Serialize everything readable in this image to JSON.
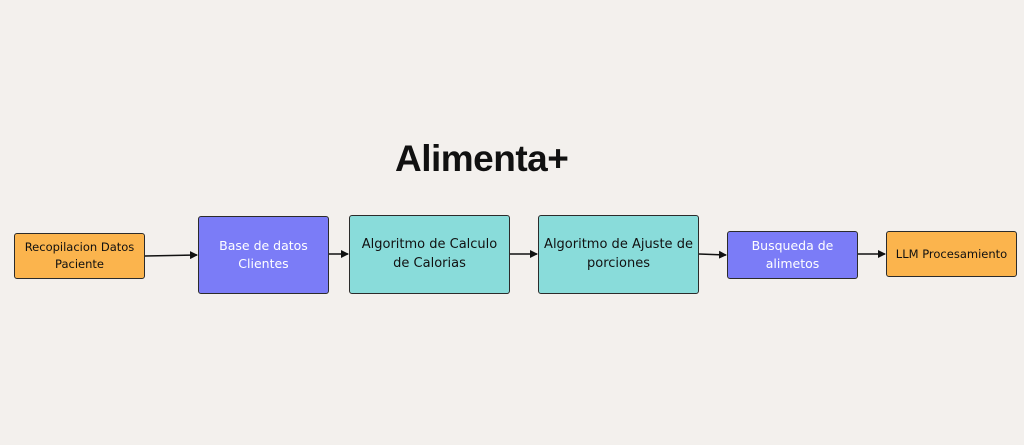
{
  "title": "Alimenta+",
  "colors": {
    "background": "#f3f0ed",
    "orange": "#fbb44d",
    "blue": "#7b7cf7",
    "teal": "#89dcda",
    "border": "#2b2b2b",
    "arrow": "#111111"
  },
  "nodes": [
    {
      "id": "recopilacion",
      "label": "Recopilacion Datos Paciente",
      "color": "orange",
      "text_color": "#111111"
    },
    {
      "id": "base-datos",
      "label": "Base de datos Clientes",
      "color": "blue",
      "text_color": "#ffffff"
    },
    {
      "id": "calculo-calorias",
      "label": "Algoritmo de Calculo de Calorias",
      "color": "teal",
      "text_color": "#111111"
    },
    {
      "id": "ajuste-porciones",
      "label": "Algoritmo de Ajuste de porciones",
      "color": "teal",
      "text_color": "#111111"
    },
    {
      "id": "busqueda-alimetos",
      "label": "Busqueda de alimetos",
      "color": "blue",
      "text_color": "#ffffff"
    },
    {
      "id": "llm-procesamiento",
      "label": "LLM Procesamiento",
      "color": "orange",
      "text_color": "#111111"
    }
  ],
  "edges": [
    {
      "from": "recopilacion",
      "to": "base-datos"
    },
    {
      "from": "base-datos",
      "to": "calculo-calorias"
    },
    {
      "from": "calculo-calorias",
      "to": "ajuste-porciones"
    },
    {
      "from": "ajuste-porciones",
      "to": "busqueda-alimetos"
    },
    {
      "from": "busqueda-alimetos",
      "to": "llm-procesamiento"
    }
  ]
}
